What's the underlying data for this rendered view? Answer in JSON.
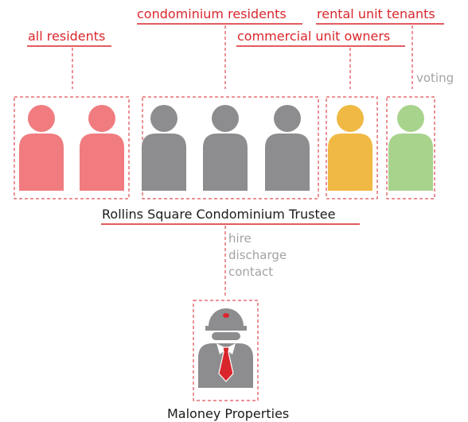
{
  "groups": {
    "all_residents": {
      "label": "all residents",
      "color": "#f07c7f",
      "count": 2
    },
    "condominium_residents": {
      "label": "condominium residents",
      "color": "#8d8d8f",
      "count": 3
    },
    "commercial_unit_owners": {
      "label": "commercial unit owners",
      "color": "#efb944",
      "count": 1
    },
    "rental_unit_tenants": {
      "label": "rental unit tenants",
      "color": "#a8d38d",
      "count": 1
    }
  },
  "voting_label": "voting",
  "trustee": {
    "label": "Rollins Square Condominium Trustee"
  },
  "relationship_labels": [
    "hire",
    "discharge",
    "contact"
  ],
  "manager": {
    "label": "Maloney Properties",
    "color": "#8d8d8f",
    "tie_color": "#d9262c"
  },
  "colors": {
    "accent": "#d9262c",
    "muted_text": "#a3a3a3"
  }
}
